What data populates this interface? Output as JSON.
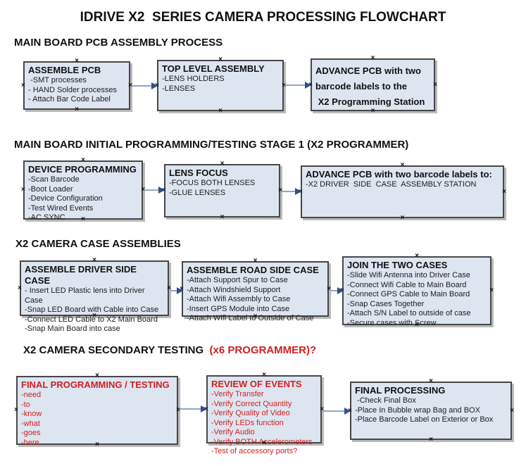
{
  "page_title": "IDRIVE X2  SERIES CAMERA PROCESSING FLOWCHART",
  "icons": {
    "connection_point": "×"
  },
  "colors": {
    "box_fill": "#dde5f1",
    "box_border": "#474747",
    "red_text": "#cc2222",
    "arrow_line": "#8fa6c2",
    "arrow_head": "#2f4f87"
  },
  "sections": [
    {
      "heading": "MAIN BOARD PCB ASSEMBLY PROCESS",
      "boxes": [
        {
          "title": "ASSEMBLE PCB",
          "items": [
            " -SMT processes",
            "- HAND Solder processes",
            "- Attach Bar Code Label"
          ]
        },
        {
          "title": "TOP LEVEL ASSEMBLY",
          "items": [
            "-LENS HOLDERS",
            "-LENSES"
          ]
        },
        {
          "title": "ADVANCE PCB with two\nbarcode labels to the\n X2 Programming Station",
          "items": []
        }
      ]
    },
    {
      "heading": "MAIN BOARD INITIAL PROGRAMMING/TESTING STAGE 1 (X2 PROGRAMMER)",
      "boxes": [
        {
          "title": "DEVICE PROGRAMMING",
          "items": [
            "-Scan Barcode",
            "-Boot Loader",
            "-Device Configuration",
            "-Test Wired Events",
            "-AC SYNC"
          ]
        },
        {
          "title": "LENS FOCUS",
          "items": [
            "-FOCUS BOTH LENSES",
            "-GLUE LENSES"
          ]
        },
        {
          "title": "ADVANCE PCB with two barcode labels to:",
          "items": [
            "-X2 DRIVER  SIDE  CASE  ASSEMBLY STATION"
          ]
        }
      ]
    },
    {
      "heading": "X2 CAMERA CASE ASSEMBLIES",
      "boxes": [
        {
          "title": "ASSEMBLE DRIVER SIDE CASE",
          "items": [
            "- Insert LED Plastic lens into Driver Case",
            "-Snap LED Board with Cable into Case",
            "-Connect LED Cable to X2 Main Board",
            "-Snap Main Board into case"
          ]
        },
        {
          "title": "ASSEMBLE ROAD SIDE CASE",
          "items": [
            "-Attach Support Spur to Case",
            "-Attach Windshield Support",
            "-Attach Wifi Assembly to Case",
            "-Insert GPS Module into Case",
            "-Attach Wifi Label to Outside of Case"
          ]
        },
        {
          "title": "JOIN THE TWO CASES",
          "items": [
            "-Slide Wifi Antenna into Driver Case",
            "-Connect Wifi Cable to Main Board",
            "-Connect GPS Cable to Main Board",
            "-Snap Cases Together",
            "-Attach S/N Label to outside of case",
            "-Secure cases with Screw"
          ]
        }
      ]
    },
    {
      "heading": "X2 CAMERA SECONDARY TESTING ",
      "heading_suffix": " (x6 PROGRAMMER)?",
      "boxes": [
        {
          "title": "FINAL PROGRAMMING / TESTING",
          "items": [
            "-need",
            "-to",
            "-know",
            "-what",
            "-goes",
            "-here"
          ]
        },
        {
          "title": "REVIEW OF EVENTS",
          "items": [
            "-Verify Transfer",
            "-Verify Correct Quantity",
            "-Verify Quality of Video",
            "-Verify LEDs function",
            "-Verify Audio",
            "-Verify BOTH Accelerometers",
            "-Test of accessory ports?"
          ]
        },
        {
          "title": "FINAL PROCESSING",
          "items": [
            " -Check Final Box",
            "-Place In Bubble wrap Bag and BOX",
            "-Place Barcode Label on Exterior or Box"
          ]
        }
      ]
    }
  ]
}
